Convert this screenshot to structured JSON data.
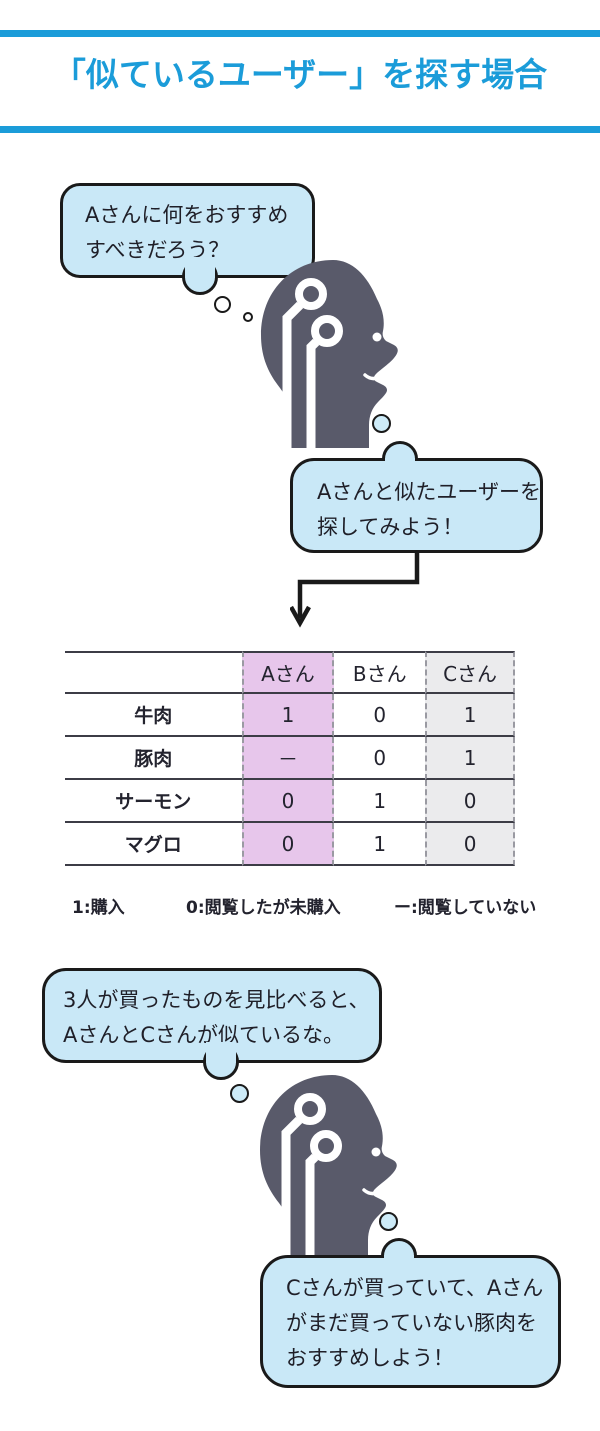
{
  "title": {
    "text": "「似ているユーザー」を探す場合"
  },
  "bubbles": {
    "thought1": {
      "lines": [
        "Aさんに何をおすすめ",
        "すべきだろう？"
      ]
    },
    "speech1": {
      "lines": [
        "Aさんと似たユーザーを",
        "探してみよう！"
      ]
    },
    "thought2": {
      "lines": [
        "3人が買ったものを見比べると、",
        "AさんとCさんが似ているな。"
      ]
    },
    "speech2": {
      "lines": [
        "Cさんが買っていて、Aさん",
        "がまだ買っていない豚肉を",
        "おすすめしよう！"
      ]
    }
  },
  "table": {
    "header": [
      "Aさん",
      "Bさん",
      "Cさん"
    ],
    "rows": [
      {
        "label": "牛肉",
        "a": "1",
        "b": "0",
        "c": "1"
      },
      {
        "label": "豚肉",
        "a": "－",
        "b": "0",
        "c": "1"
      },
      {
        "label": "サーモン",
        "a": "0",
        "b": "1",
        "c": "0"
      },
      {
        "label": "マグロ",
        "a": "0",
        "b": "1",
        "c": "0"
      }
    ],
    "highlight_column": "Aさん",
    "legend": {
      "purchased": "1:購入",
      "viewed_not_purchased": "0:閲覧したが未購入",
      "not_viewed": "ー:閲覧していない"
    }
  },
  "icons": {
    "ai_head": "ai-head-profile-circuit-icon",
    "arrow_down": "arrow-down-icon",
    "thought_dot": "thought-dot"
  },
  "colors": {
    "accent_blue": "#1b9cd9",
    "bubble_fill": "#c9e8f7",
    "head_fill": "#595a6a",
    "highlight_purple": "#e7c6eb",
    "column_gray": "#ebebed",
    "table_line": "#3c3c46",
    "outline_dark": "#1a1a1a"
  }
}
